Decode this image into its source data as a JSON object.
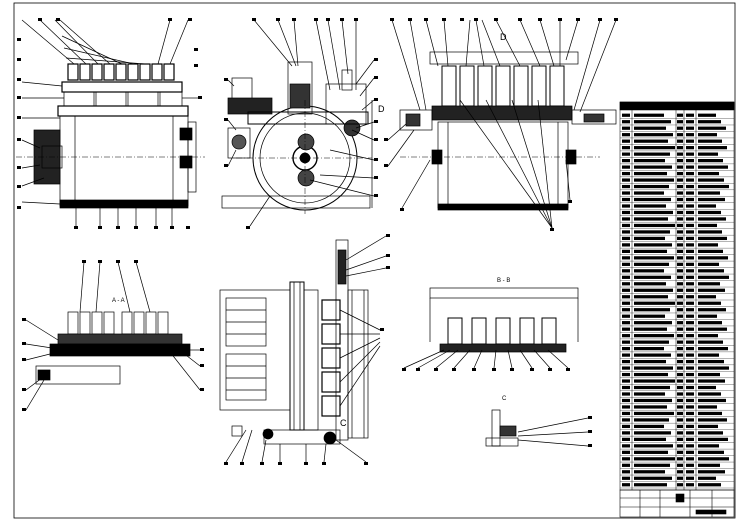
{
  "drawing": {
    "view_labels": {
      "section_aa": "A - A",
      "view_d_top": "D",
      "view_d_side": "D",
      "section_bb": "B - B",
      "view_c_small": "C",
      "view_c_main": "C"
    }
  },
  "parts_table": {
    "row_count": 58
  },
  "colors": {
    "line": "#000000",
    "background": "#ffffff"
  }
}
